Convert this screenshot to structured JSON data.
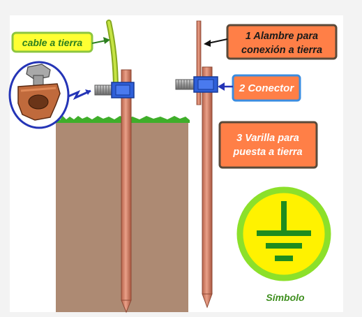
{
  "labels": {
    "cable": "cable a tierra",
    "wire_line1": "1 Alambre para",
    "wire_line2": "conexión a tierra",
    "connector": "2 Conector",
    "rod_line1": "3 Varilla para",
    "rod_line2": "puesta a tierra",
    "symbol": "Símbolo"
  },
  "colors": {
    "background": "#ffffff",
    "soil": "#ad8a73",
    "grass": "#3fae2a",
    "copper": "#d9866f",
    "copper_dark": "#8e4a36",
    "cable": "#b9d832",
    "cable_label_bg": "#ffff33",
    "cable_label_border": "#8dc63f",
    "orange_label_bg": "#ff7f47",
    "orange_label_border": "#5a4a3a",
    "connector_label_bg": "#ff7f47",
    "connector_label_border": "#3b8de0",
    "connector_sleeve": "#2e5fd8",
    "symbol_ring": "#8ce02a",
    "symbol_fill": "#fff200",
    "symbol_mark": "#1e8c1e",
    "symbol_text": "#3f8f1f"
  }
}
